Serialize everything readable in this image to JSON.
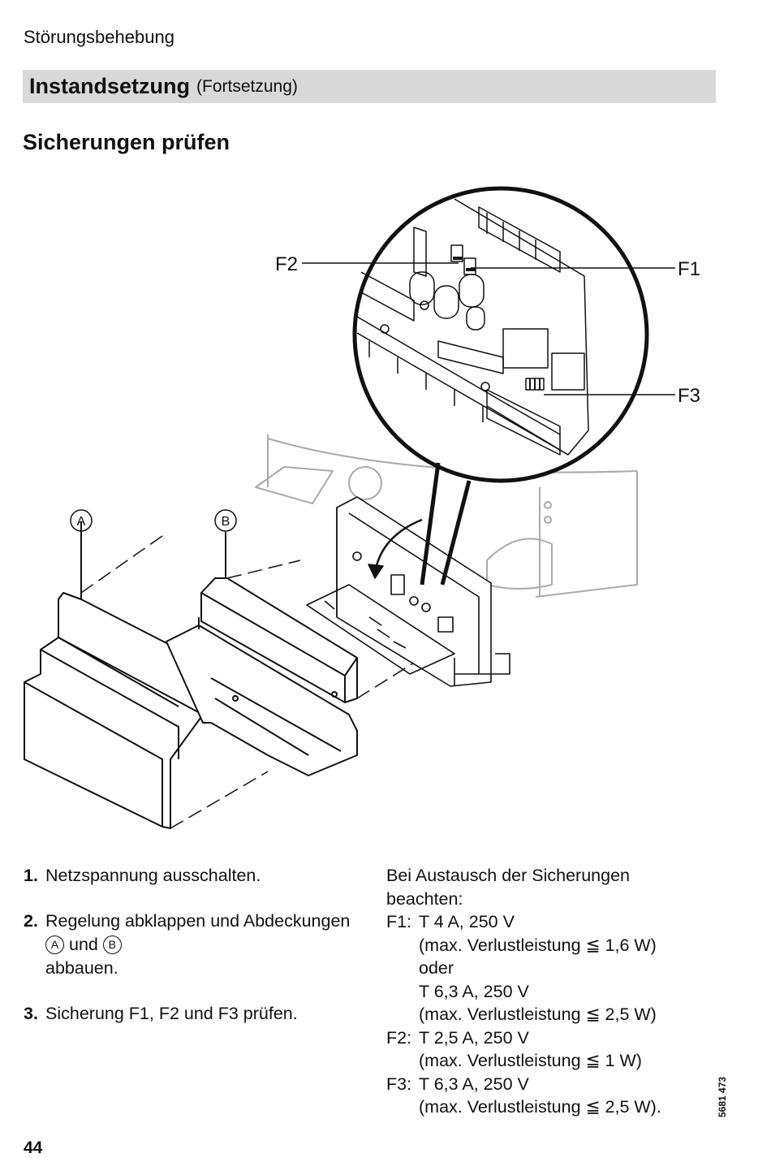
{
  "header": {
    "section": "Störungsbehebung",
    "title": "Instandsetzung",
    "title_suffix": "(Fortsetzung)"
  },
  "subheading": "Sicherungen prüfen",
  "figure": {
    "labels": {
      "f2": "F2",
      "f1": "F1",
      "f3": "F3",
      "a": "A",
      "b": "B"
    }
  },
  "steps": [
    {
      "number": "1.",
      "text": "Netzspannung ausschalten."
    },
    {
      "number": "2.",
      "text_before": "Regelung abklappen und Abdeckungen",
      "marker_a": "A",
      "text_middle": "und",
      "marker_b": "B",
      "text_after": "abbauen."
    },
    {
      "number": "3.",
      "text": "Sicherung F1, F2 und F3 prüfen."
    }
  ],
  "notes": {
    "intro": "Bei Austausch der Sicherungen beachten:",
    "f1": {
      "id": "F1:",
      "rating": "T 4 A, 250 V",
      "loss": "(max. Verlustleistung ≦ 1,6 W)",
      "or": "oder",
      "rating_alt": "T 6,3 A, 250 V",
      "loss_alt": "(max. Verlustleistung ≦ 2,5 W)"
    },
    "f2": {
      "id": "F2:",
      "rating": "T 2,5 A, 250 V",
      "loss": "(max. Verlustleistung ≦ 1 W)"
    },
    "f3": {
      "id": "F3:",
      "rating": "T 6,3 A, 250 V",
      "loss": "(max. Verlustleistung ≦ 2,5 W)."
    }
  },
  "doc_number": "5681 473",
  "page_number": "44"
}
